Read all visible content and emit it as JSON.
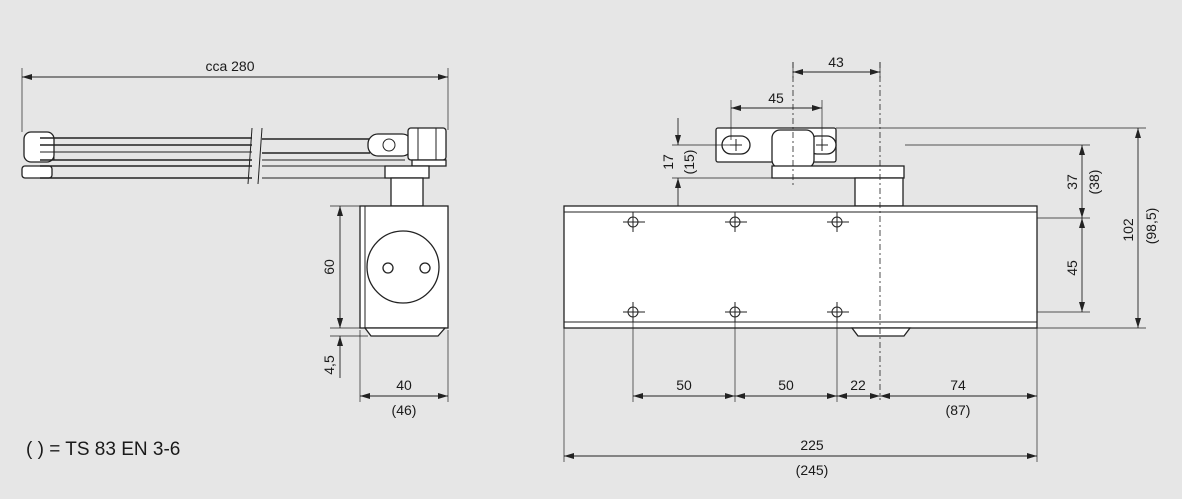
{
  "dimensions": {
    "arm_length": "cca 280",
    "offset_43": "43",
    "spacing_45_top": "45",
    "d17": "17",
    "d15": "(15)",
    "d37": "37",
    "d38": "(38)",
    "d102": "102",
    "d98_5": "(98,5)",
    "d45_side": "45",
    "d60": "60",
    "d4_5": "4,5",
    "d40": "40",
    "d46": "(46)",
    "d50a": "50",
    "d50b": "50",
    "d22": "22",
    "d74": "74",
    "d87": "(87)",
    "d225": "225",
    "d245": "(245)"
  },
  "legend": "( ) = TS 83 EN 3-6"
}
